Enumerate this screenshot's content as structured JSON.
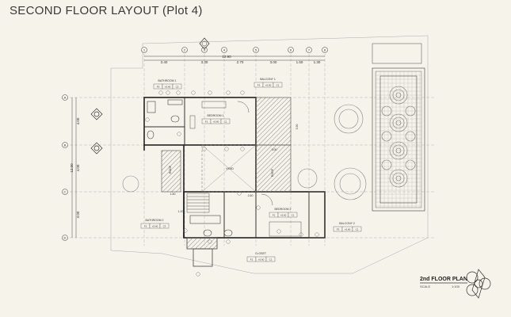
{
  "title": "SECOND  FLOOR LAYOUT (Plot 4)",
  "plan": {
    "grid_columns": [
      "1",
      "2",
      "3",
      "4",
      "5",
      "6",
      "7",
      "8"
    ],
    "grid_rows": [
      "A",
      "B",
      "C",
      "D"
    ],
    "top_dims": [
      "3.40",
      "3.30",
      "2.70",
      "3.00",
      "1.50",
      "1.30"
    ],
    "top_total": "12.90",
    "left_dims": [
      "4.00",
      "4.00",
      "3.00"
    ],
    "left_total": "12.00",
    "rooms": {
      "bathroom1": "BATHROOM 1",
      "balcony1": "BALCONY 1",
      "bedroom1": "BEDROOM 1",
      "bathroom2": "BATHROOM 2",
      "bedroom2": "BEDROOM 2",
      "balcony2": "BALCONY 2",
      "closet": "CLOSET",
      "void": "VOID",
      "roof_left": "ROOF",
      "roof_right": "ROOF"
    },
    "tags": {
      "bathroom1": [
        "F5",
        "+5.60",
        "C2"
      ],
      "balcony1": [
        "F3",
        "+5.60",
        "C1"
      ],
      "bedroom1": [
        "F1",
        "+5.60",
        "C1"
      ],
      "bathroom2": [
        "F2",
        "+5.60",
        "C3"
      ],
      "bedroom2": [
        "F1",
        "+5.60",
        "C1"
      ],
      "balcony2": [
        "F3",
        "+5.60",
        "C1"
      ],
      "closet": [
        "F1",
        "+5.60",
        "C1"
      ]
    },
    "misc_dims": [
      "1.50",
      "3.00",
      "3.30",
      "1.20",
      "2.60"
    ]
  },
  "footer": {
    "plan_label": "2nd FLOOR PLAN",
    "scale_label": "SCALE",
    "scale_value": "1:100"
  },
  "colors": {
    "background": "#f6f3ea",
    "line": "#444444",
    "hatch": "#9a9a9a"
  }
}
